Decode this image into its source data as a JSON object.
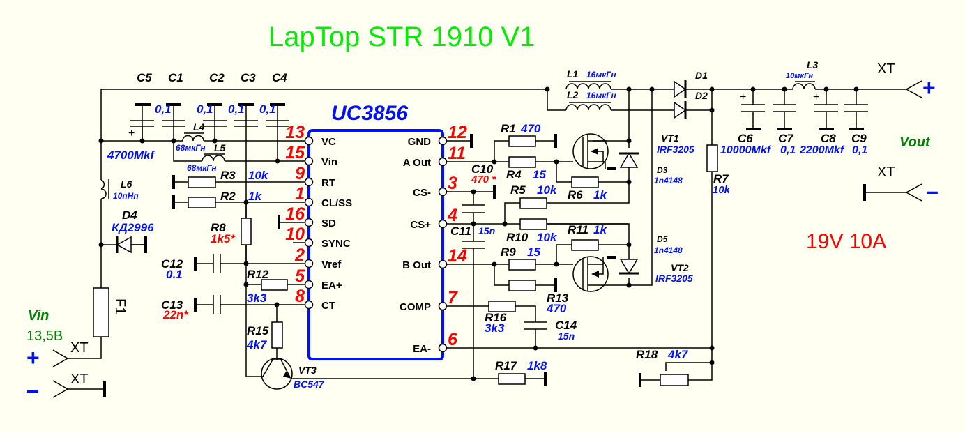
{
  "title": "LapTop STR 1910 V1",
  "spec": "19V  10A",
  "ic": {
    "name": "UC3856",
    "left_pins": [
      {
        "no": "13",
        "name": "VC"
      },
      {
        "no": "15",
        "name": "Vin"
      },
      {
        "no": "9",
        "name": "RT"
      },
      {
        "no": "1",
        "name": "CL/SS"
      },
      {
        "no": "16",
        "name": "SD"
      },
      {
        "no": "10",
        "name": "SYNC"
      },
      {
        "no": "2",
        "name": "Vref"
      },
      {
        "no": "5",
        "name": "EA+"
      },
      {
        "no": "8",
        "name": "CT"
      }
    ],
    "right_pins": [
      {
        "no": "12",
        "name": "GND"
      },
      {
        "no": "11",
        "name": "A Out"
      },
      {
        "no": "3",
        "name": "CS-"
      },
      {
        "no": "4",
        "name": "CS+"
      },
      {
        "no": "14",
        "name": "B Out"
      },
      {
        "no": "7",
        "name": "COMP"
      },
      {
        "no": "6",
        "name": "EA-"
      }
    ]
  },
  "input": {
    "label": "Vin",
    "voltage": "13,5B",
    "connector": "XT",
    "plus": "+",
    "minus": "–"
  },
  "output": {
    "label": "Vout",
    "connector": "XT",
    "plus": "+",
    "minus": "–"
  },
  "components": {
    "C1": {
      "ref": "C1",
      "value": "0,1"
    },
    "C2": {
      "ref": "C2",
      "value": "0,1"
    },
    "C3": {
      "ref": "C3",
      "value": "0,1"
    },
    "C4": {
      "ref": "C4",
      "value": "0,1"
    },
    "C5": {
      "ref": "C5",
      "value": "4700Mkf"
    },
    "C6": {
      "ref": "C6",
      "value": "10000Mkf"
    },
    "C7": {
      "ref": "C7",
      "value": "0,1"
    },
    "C8": {
      "ref": "C8",
      "value": "2200Mkf"
    },
    "C9": {
      "ref": "C9",
      "value": "0,1"
    },
    "C10": {
      "ref": "C10",
      "value": "470 *"
    },
    "C11": {
      "ref": "C11",
      "value": "15n"
    },
    "C12": {
      "ref": "C12",
      "value": "0.1"
    },
    "C13": {
      "ref": "C13",
      "value": "22n*"
    },
    "C14": {
      "ref": "C14",
      "value": "15n"
    },
    "L1": {
      "ref": "L1",
      "value": "16мкГн"
    },
    "L2": {
      "ref": "L2",
      "value": "16мкГн"
    },
    "L3": {
      "ref": "L3",
      "value": "10мкГн"
    },
    "L4": {
      "ref": "L4",
      "value": "68мкГн"
    },
    "L5": {
      "ref": "L5",
      "value": "68мкГн"
    },
    "L6": {
      "ref": "L6",
      "value": "10пНп"
    },
    "R1": {
      "ref": "R1",
      "value": "470"
    },
    "R2": {
      "ref": "R2",
      "value": "1k"
    },
    "R3": {
      "ref": "R3",
      "value": "10k"
    },
    "R4": {
      "ref": "R4",
      "value": "15"
    },
    "R5": {
      "ref": "R5",
      "value": "10k"
    },
    "R6": {
      "ref": "R6",
      "value": "1k"
    },
    "R7": {
      "ref": "R7",
      "value": "10k"
    },
    "R8": {
      "ref": "R8",
      "value": "1k5*"
    },
    "R9": {
      "ref": "R9",
      "value": "15"
    },
    "R10": {
      "ref": "R10",
      "value": "10k"
    },
    "R11": {
      "ref": "R11",
      "value": "1k"
    },
    "R12": {
      "ref": "R12",
      "value": "3k3"
    },
    "R13": {
      "ref": "R13",
      "value": "470"
    },
    "R15": {
      "ref": "R15",
      "value": "4k7"
    },
    "R16": {
      "ref": "R16",
      "value": "3k3"
    },
    "R17": {
      "ref": "R17",
      "value": "1k8"
    },
    "R18": {
      "ref": "R18",
      "value": "4k7"
    },
    "D1": {
      "ref": "D1"
    },
    "D2": {
      "ref": "D2"
    },
    "D3": {
      "ref": "D3",
      "value": "1n4148"
    },
    "D4": {
      "ref": "D4",
      "value": "КД2996"
    },
    "D5": {
      "ref": "D5",
      "value": "1n4148"
    },
    "VT1": {
      "ref": "VT1",
      "value": "IRF3205"
    },
    "VT2": {
      "ref": "VT2",
      "value": "IRF3205"
    },
    "VT3": {
      "ref": "VT3",
      "value": "BC547"
    },
    "F1": {
      "ref": "F1"
    }
  }
}
